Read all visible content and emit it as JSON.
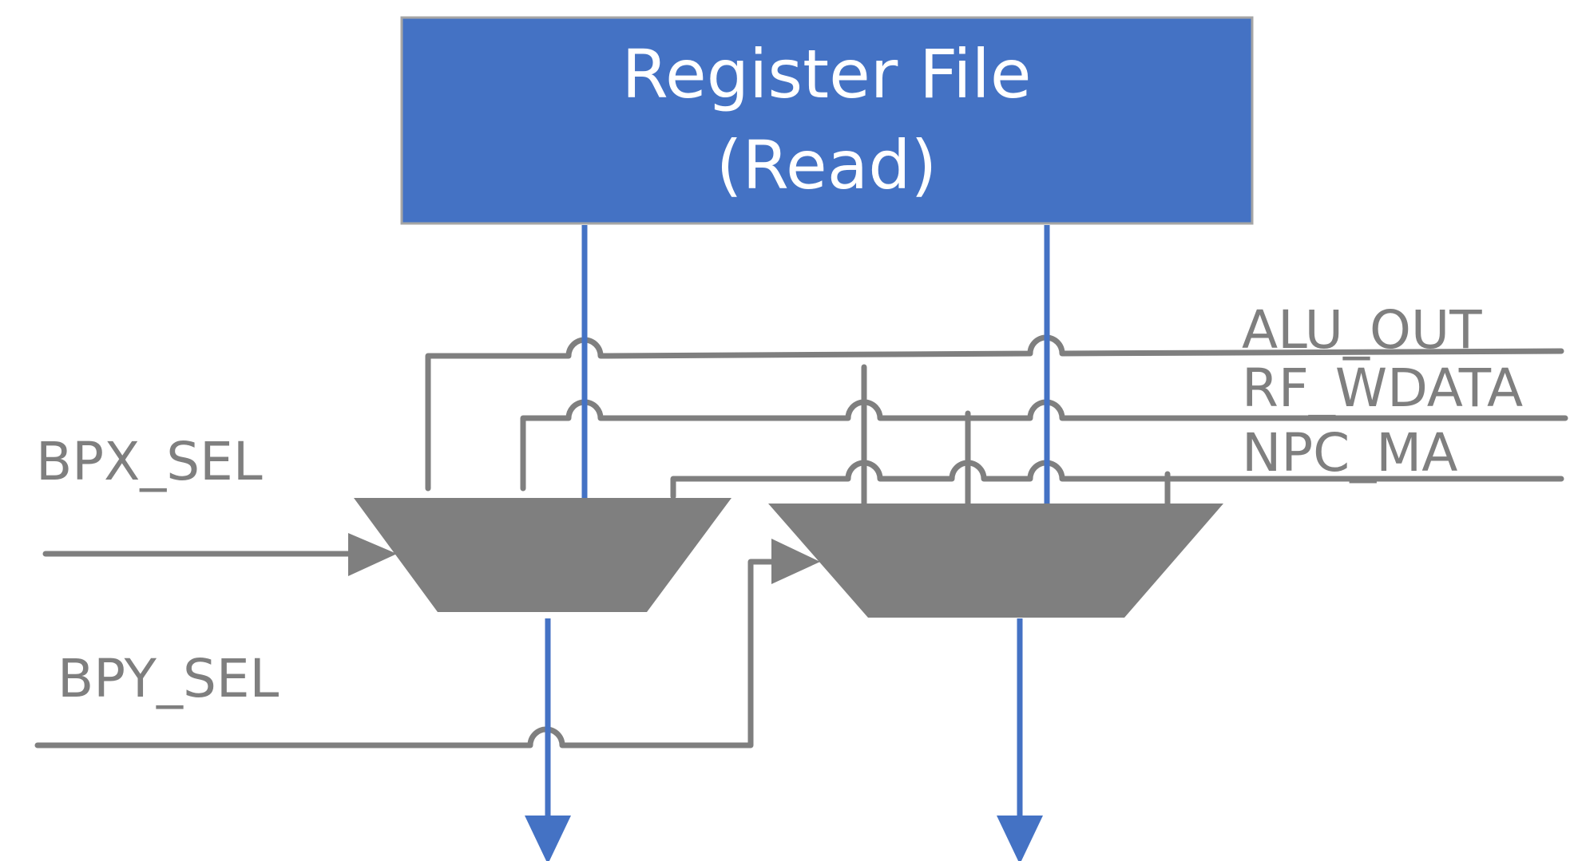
{
  "register_file": {
    "title": "Register File",
    "subtitle": "(Read)"
  },
  "inputs": {
    "alu_out": "ALU_OUT",
    "rf_wdata": "RF_WDATA",
    "npc_ma": "NPC_MA"
  },
  "selects": {
    "bpx": "BPX_SEL",
    "bpy": "BPY_SEL"
  },
  "colors": {
    "register_file_fill": "#4472c4",
    "data_wire": "#4472c4",
    "bypass_wire": "#7f7f7f",
    "mux_fill": "#7f7f7f",
    "label_text": "#7f7f7f"
  }
}
